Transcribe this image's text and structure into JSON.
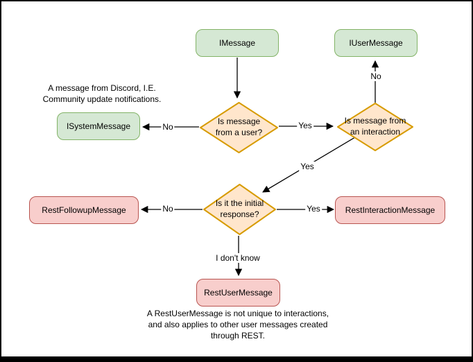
{
  "nodes": {
    "imessage": {
      "label": "IMessage"
    },
    "iusermessage": {
      "label": "IUserMessage"
    },
    "isystemmessage": {
      "label": "ISystemMessage"
    },
    "restfollowupmessage": {
      "label": "RestFollowupMessage"
    },
    "restinteractionmessage": {
      "label": "RestInteractionMessage"
    },
    "restusermessage": {
      "label": "RestUserMessage"
    },
    "decision_from_user": {
      "label": "Is message from a user?"
    },
    "decision_from_interaction": {
      "label": "Is message from an interaction"
    },
    "decision_initial_response": {
      "label": "Is it the initial response?"
    }
  },
  "edges": {
    "user_no": {
      "label": "No"
    },
    "user_yes": {
      "label": "Yes"
    },
    "interaction_no": {
      "label": "No"
    },
    "interaction_yes": {
      "label": "Yes"
    },
    "initial_no": {
      "label": "No"
    },
    "initial_yes": {
      "label": "Yes"
    },
    "initial_unknown": {
      "label": "I don't know"
    }
  },
  "notes": {
    "system_message_note": "A message from Discord, I.E.\nCommunity update notifications.",
    "rest_user_message_note": "A RestUserMessage is not unique to interactions,\nand also applies to other user messages created\nthrough REST."
  },
  "colors": {
    "green_fill": "#d5e8d4",
    "green_stroke": "#82b366",
    "orange_fill": "#ffe6cc",
    "orange_stroke": "#d79b00",
    "red_fill": "#f8cecc",
    "red_stroke": "#b85450",
    "line": "#000000",
    "text": "#000000",
    "background": "#ffffff",
    "frame": "#000000"
  }
}
